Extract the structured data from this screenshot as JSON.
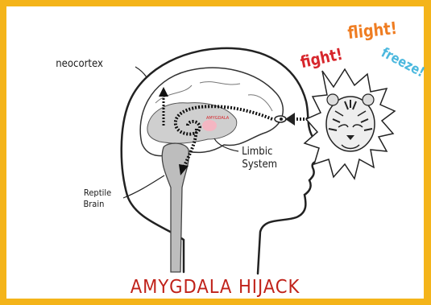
{
  "title": "AMYGDALA HIJACK",
  "labels": {
    "neocortex": "neocortex",
    "limbic_line1": "Limbic",
    "limbic_line2": "System",
    "reptile_line1": "Reptile",
    "reptile_line2": "Brain",
    "amygdala_small": "AMYGDALA"
  },
  "reactions": {
    "fight": "fight!",
    "flight": "flight!",
    "freeze": "freeze!"
  },
  "colors": {
    "border": "#f4b41a",
    "title": "#c0221a",
    "fight": "#d7262c",
    "flight": "#ef7d22",
    "freeze": "#4bb8de"
  },
  "icons": {
    "threat": "tiger-face-icon",
    "eye": "eye-icon"
  }
}
